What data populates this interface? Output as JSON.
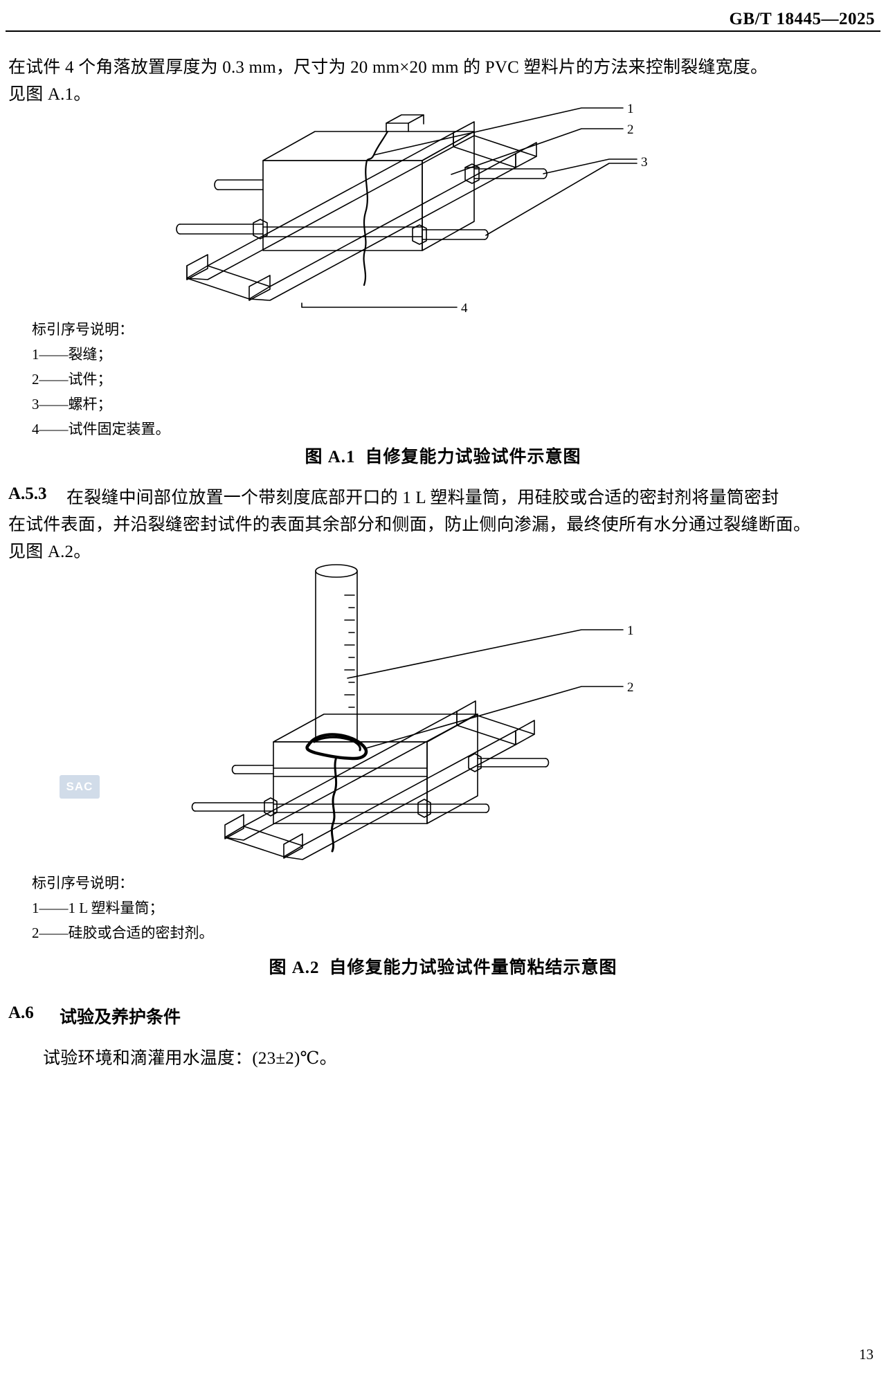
{
  "header": {
    "standard_number": "GB/T 18445—2025"
  },
  "paragraphs": {
    "intro": {
      "line1": "在试件 4 个角落放置厚度为 0.3 mm，尺寸为 20 mm×20 mm 的 PVC 塑料片的方法来控制裂缝宽度。",
      "line2": "见图 A.1。"
    },
    "a53": {
      "number": "A.5.3",
      "line1": "在裂缝中间部位放置一个带刻度底部开口的 1 L 塑料量筒，用硅胶或合适的密封剂将量筒密封",
      "line2": "在试件表面，并沿裂缝密封试件的表面其余部分和侧面，防止侧向渗漏，最终使所有水分通过裂缝断面。",
      "line3": "见图 A.2。"
    },
    "a6": {
      "number": "A.6",
      "title": "试验及养护条件",
      "body": "试验环境和滴灌用水温度：(23±2)℃。"
    }
  },
  "figure_a1": {
    "callouts": [
      "1",
      "2",
      "3",
      "4"
    ],
    "legend_title": "标引序号说明：",
    "legend_items": [
      "1——裂缝；",
      "2——试件；",
      "3——螺杆；",
      "4——试件固定装置。"
    ],
    "caption_number": "图 A.1",
    "caption_text": "自修复能力试验试件示意图"
  },
  "figure_a2": {
    "callouts": [
      "1",
      "2"
    ],
    "legend_title": "标引序号说明：",
    "legend_items": [
      "1——1 L 塑料量筒；",
      "2——硅胶或合适的密封剂。"
    ],
    "caption_number": "图 A.2",
    "caption_text": "自修复能力试验试件量筒粘结示意图"
  },
  "watermark": {
    "label": "SAC"
  },
  "footer": {
    "page_number": "13"
  }
}
